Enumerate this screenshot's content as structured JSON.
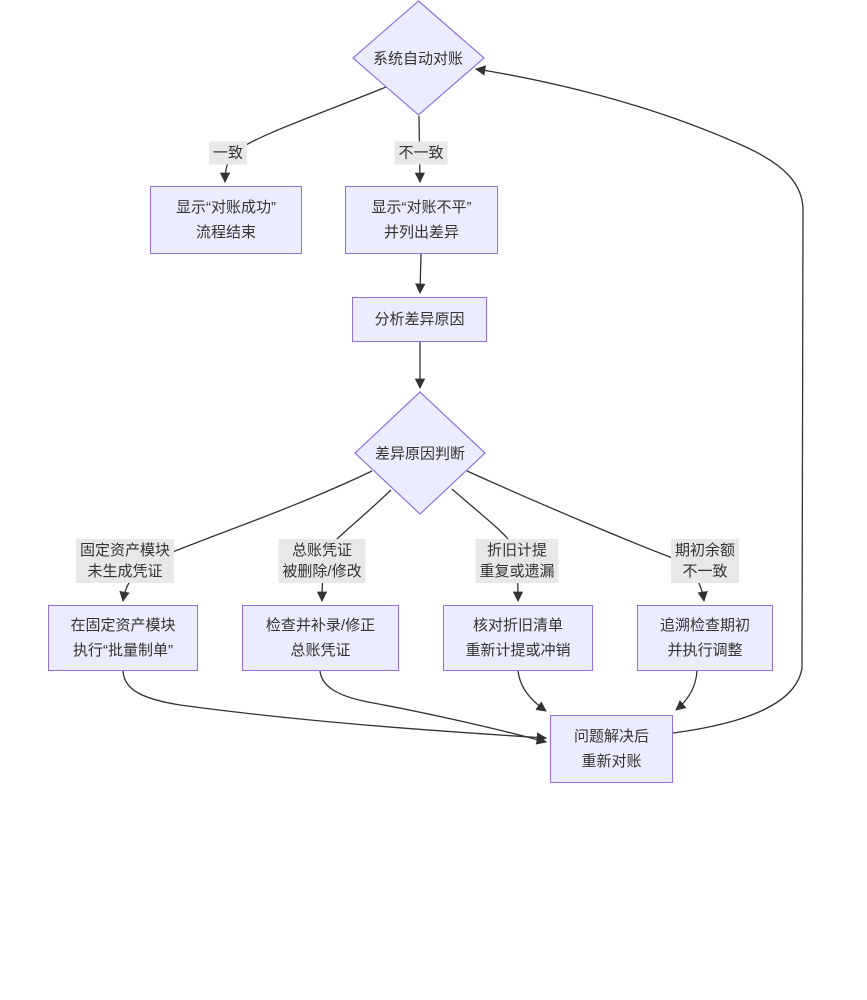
{
  "diagram": {
    "type": "flowchart",
    "direction": "top-to-bottom",
    "nodes": {
      "start": {
        "shape": "diamond",
        "label": "系统自动对账"
      },
      "success": {
        "shape": "rect",
        "line1": "显示“对账成功”",
        "line2": "流程结束"
      },
      "unbalanced": {
        "shape": "rect",
        "line1": "显示“对账不平”",
        "line2": "并列出差异"
      },
      "analyze": {
        "shape": "rect",
        "label": "分析差异原因"
      },
      "judge": {
        "shape": "diamond",
        "label": "差异原因判断"
      },
      "fix_fa": {
        "shape": "rect",
        "line1": "在固定资产模块",
        "line2": "执行“批量制单”"
      },
      "fix_gl": {
        "shape": "rect",
        "line1": "检查并补录/修正",
        "line2": "总账凭证"
      },
      "fix_dep": {
        "shape": "rect",
        "line1": "核对折旧清单",
        "line2": "重新计提或冲销"
      },
      "fix_open": {
        "shape": "rect",
        "line1": "追溯检查期初",
        "line2": "并执行调整"
      },
      "retry": {
        "shape": "rect",
        "line1": "问题解决后",
        "line2": "重新对账"
      }
    },
    "edge_labels": {
      "match": {
        "label": "一致"
      },
      "mismatch": {
        "label": "不一致"
      },
      "cause_fa": {
        "line1": "固定资产模块",
        "line2": "未生成凭证"
      },
      "cause_gl": {
        "line1": "总账凭证",
        "line2": "被删除/修改"
      },
      "cause_dep": {
        "line1": "折旧计提",
        "line2": "重复或遗漏"
      },
      "cause_open": {
        "line1": "期初余额",
        "line2": "不一致"
      }
    },
    "colors": {
      "node_fill": "#ECECFF",
      "node_border": "#9370DB",
      "edge": "#333333",
      "edge_label_bg": "#e8e8e8",
      "text": "#333333"
    }
  }
}
